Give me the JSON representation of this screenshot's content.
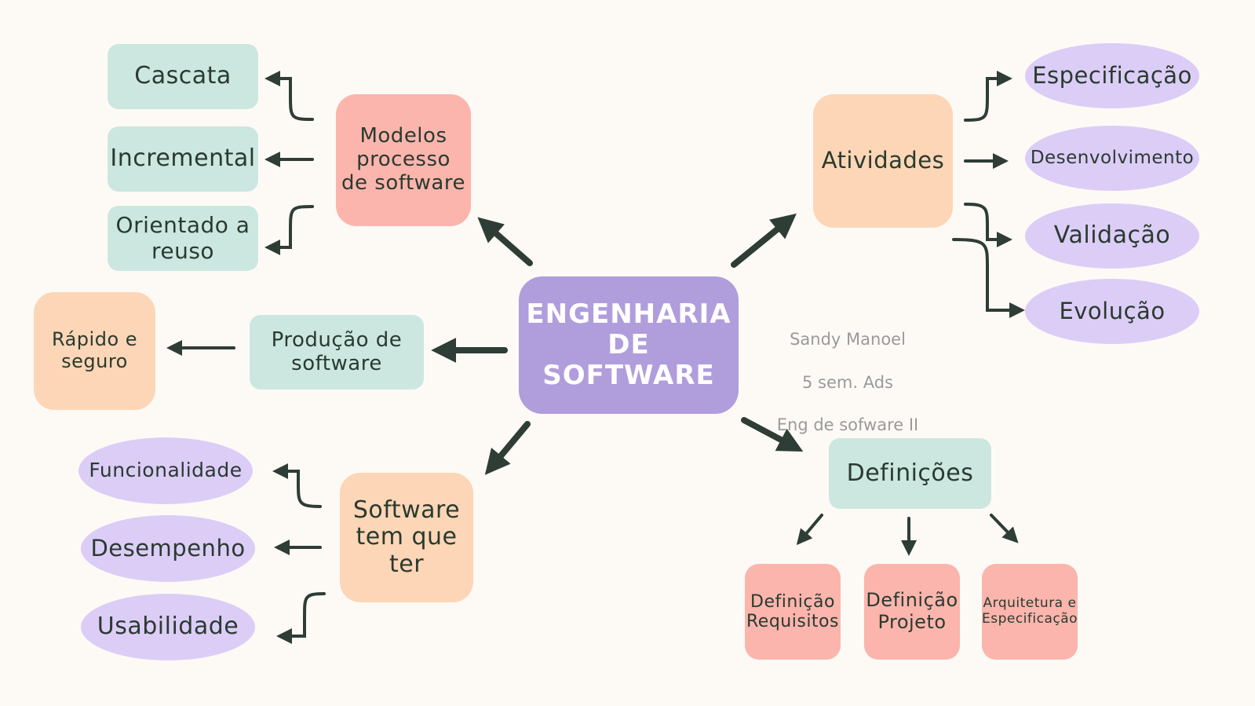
{
  "center": "ENGENHARIA\nDE SOFTWARE",
  "credit": [
    "Sandy Manoel",
    "5 sem. Ads",
    "Eng de sofware II"
  ],
  "modelos": {
    "title": "Modelos\nprocesso\nde software",
    "items": [
      "Cascata",
      "Incremental",
      "Orientado a\nreuso"
    ]
  },
  "producao": {
    "title": "Produção  de\nsoftware",
    "item": "Rápido e\nseguro"
  },
  "software_tem": {
    "title": "Software\ntem que\nter",
    "items": [
      "Funcionalidade",
      "Desempenho",
      "Usabilidade"
    ]
  },
  "atividades": {
    "title": "Atividades",
    "items": [
      "Especificação",
      "Desenvolvimento",
      "Validação",
      "Evolução"
    ]
  },
  "definicoes": {
    "title": "Definições",
    "items": [
      "Definição\nRequisitos",
      "Definição\nProjeto",
      "Arquitetura e\nEspecificação"
    ]
  },
  "colors": {
    "mint": "#cce7e0",
    "salmon": "#fbb5ad",
    "peach": "#fcd6b6",
    "lavender": "#dccdf7",
    "center": "#b09ddc",
    "arrow": "#2e3d35",
    "background": "#fdfaf6"
  }
}
